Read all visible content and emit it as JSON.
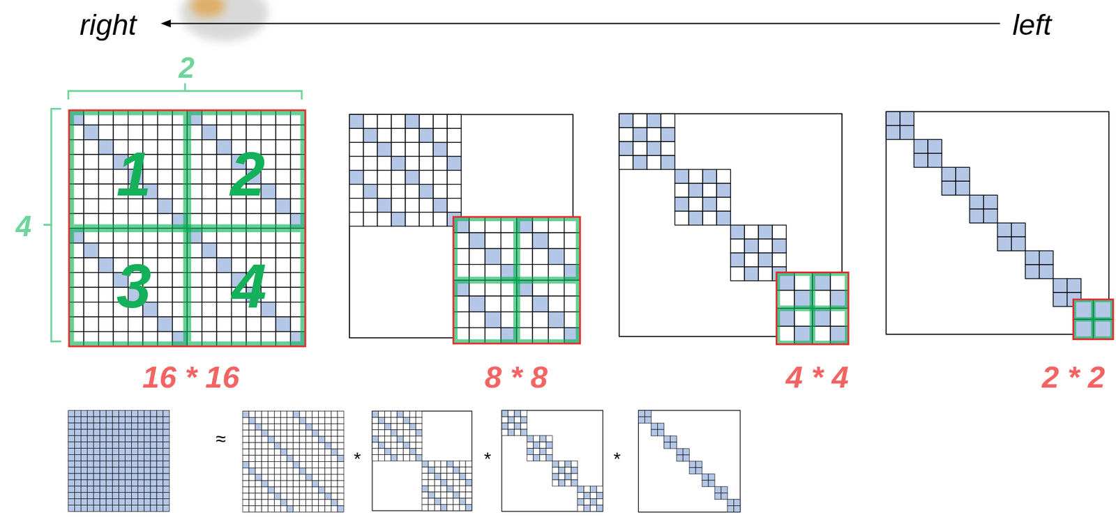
{
  "diagram": {
    "labels": [
      "right",
      "left",
      "2",
      "4",
      "1",
      "2",
      "3",
      "4",
      "16 * 16",
      "8 * 8",
      "4 * 4",
      "2 * 2",
      "≈",
      "*",
      "*",
      "*"
    ]
  }
}
